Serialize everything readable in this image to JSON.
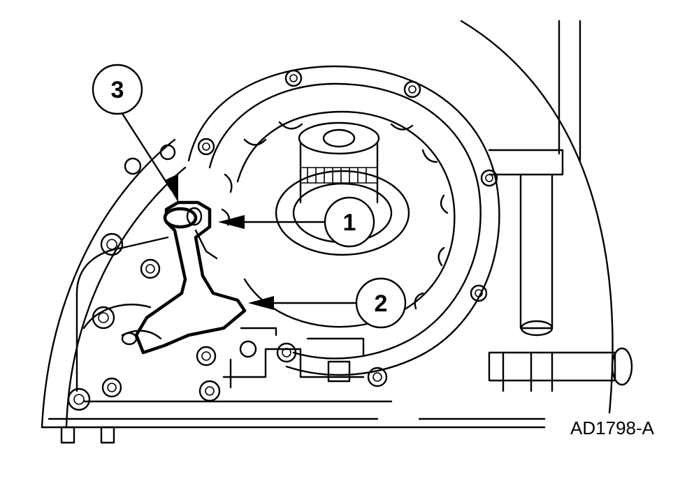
{
  "callouts": [
    {
      "number": "1"
    },
    {
      "number": "2"
    },
    {
      "number": "3"
    }
  ],
  "figure_id": "AD1798-A"
}
